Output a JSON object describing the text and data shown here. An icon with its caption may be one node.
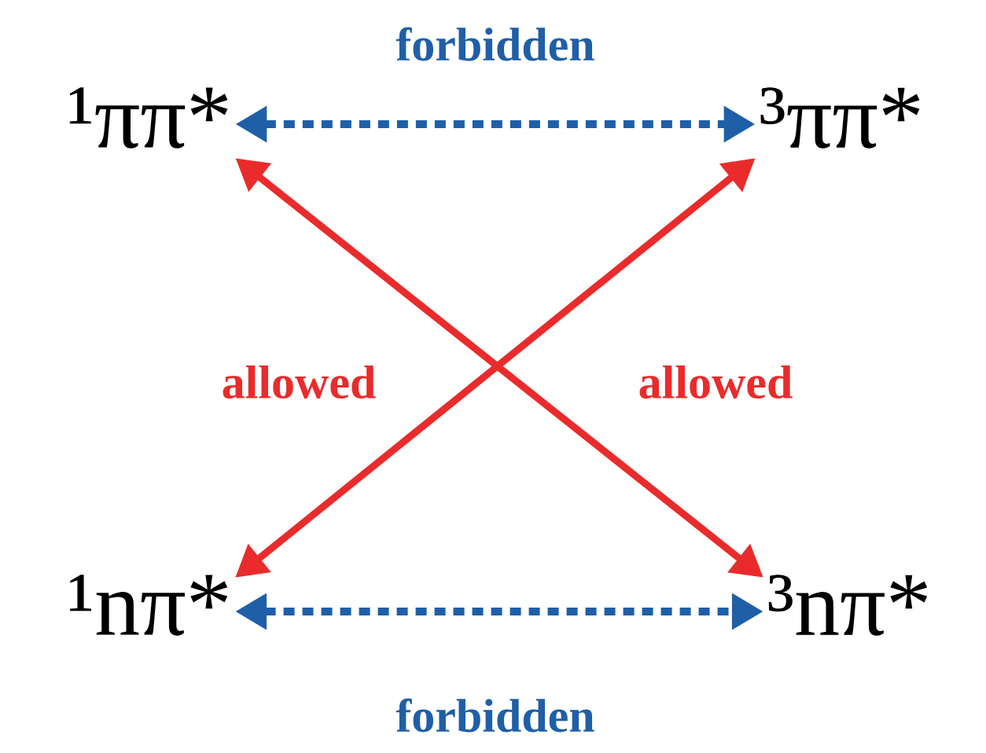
{
  "diagram": {
    "nodes": [
      {
        "text": [
          "¹ππ*"
        ]
      },
      {
        "text": [
          "³ππ*"
        ]
      },
      {
        "text": [
          "¹nπ*"
        ]
      },
      {
        "text": [
          "³nπ*"
        ]
      }
    ],
    "edges": [
      {
        "from": 0,
        "to": 1,
        "arrow": "both",
        "label": "forbidden",
        "style": "dashed",
        "color": "#1f5fa8"
      },
      {
        "from": 0,
        "to": 3,
        "arrow": "both",
        "label": "allowed",
        "color": "#ea2b2b"
      },
      {
        "from": 1,
        "to": 2,
        "arrow": "both",
        "label": "allowed",
        "color": "#ea2b2b"
      },
      {
        "from": 2,
        "to": 3,
        "arrow": "both",
        "label": "forbidden",
        "style": "dashed",
        "color": "#1f5fa8"
      }
    ]
  }
}
